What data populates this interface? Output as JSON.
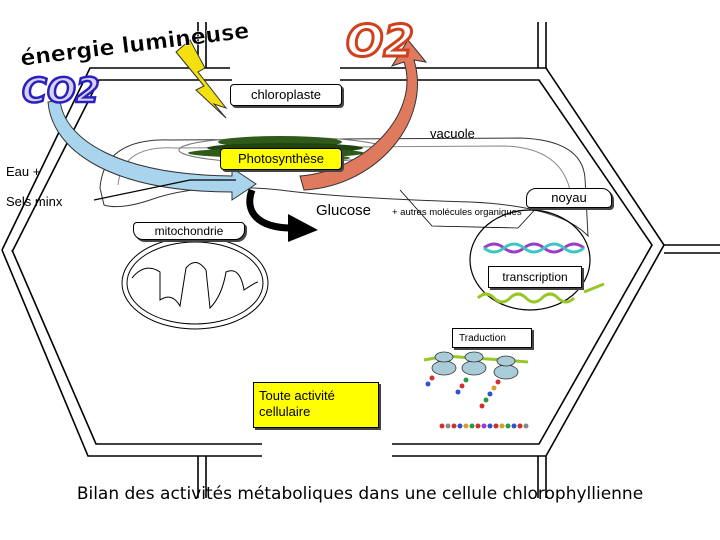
{
  "labels": {
    "energie": "énergie lumineuse",
    "o2": "O2",
    "co2": "CO2",
    "chloroplaste": "chloroplaste",
    "vacuole": "vacuole",
    "photosynthese": "Photosynthèse",
    "eau": "Eau +",
    "sels": "Sels minx",
    "glucose": "Glucose",
    "autres": "+ autres molécules organiques",
    "noyau": "noyau",
    "mitochondrie": "mitochondrie",
    "transcription": "transcription",
    "traduction": "Traduction",
    "activite_line1": "Toute activité",
    "activite_line2": "cellulaire",
    "caption": "Bilan des activités métaboliques dans une cellule chlorophyllienne"
  },
  "colors": {
    "lightning": "#f4e010",
    "o2_arrow": "#e07a5f",
    "co2_arrow": "#a9d4ee",
    "chloroplast": "#2f5a1a",
    "dna_strand_1": "#9b3cc8",
    "dna_strand_2": "#3cc8c0",
    "rna": "#98c828",
    "activity_box": "#ffff00"
  }
}
